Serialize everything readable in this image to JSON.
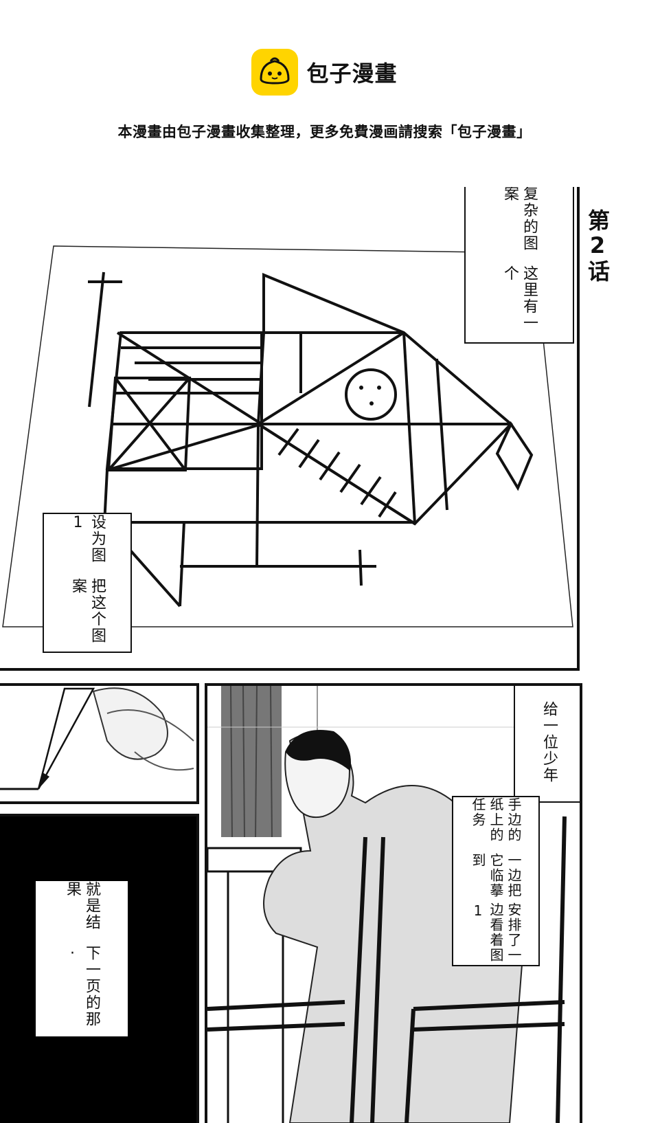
{
  "header": {
    "brand_name": "包子漫畫",
    "logo_icon": "bun-mascot-icon",
    "accent_color": "#ffd400",
    "notice": "本漫畫由包子漫畫收集整理，更多免費漫画請搜索「包子漫畫」"
  },
  "chapter": {
    "label": "第2话"
  },
  "captions": {
    "pattern_here": "这里有一个\n复杂的图案",
    "call_it": "把这个图案\n设为图1",
    "give_boy": "给一位少年",
    "task": "安排了一边看着图1\n一边把它临摹到\n手边的纸上的任务",
    "next_page": "下一页的那·\n·\n·就是结果"
  },
  "panel_texts": {
    "next_page_col1": "下一页的那·",
    "next_page_col2": "就是结果",
    "task_col1": "安排了一边看着图1",
    "task_col2": "一边把它临摹到",
    "task_col3": "手边的纸上的任务",
    "pattern_col1": "这里有一个",
    "pattern_col2": "复杂的图案",
    "call_col1": "把这个图案",
    "call_col2": "设为图1"
  }
}
